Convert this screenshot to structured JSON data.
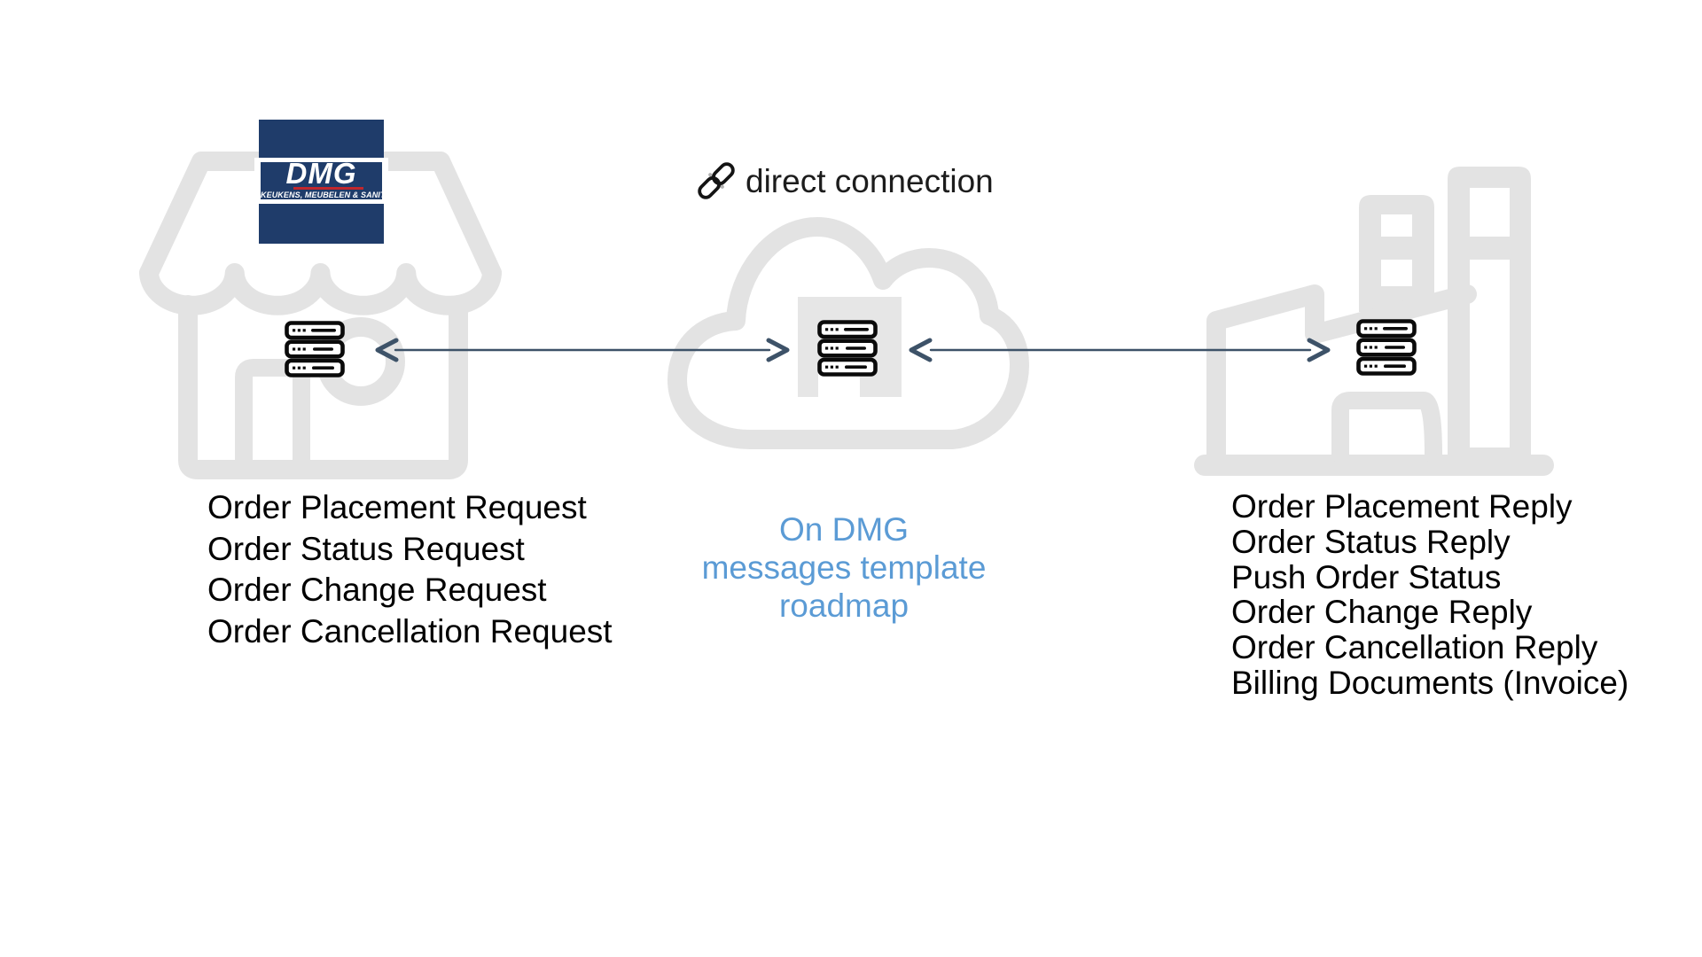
{
  "diagram": {
    "store": {
      "logo": {
        "name": "DMG",
        "tagline": "KEUKENS, MEUBELEN & SANITAIR"
      },
      "messages": [
        "Order Placement Request",
        "Order Status Request",
        "Order Change Request",
        "Order Cancellation Request"
      ]
    },
    "connection": {
      "label": "direct connection"
    },
    "cloud": {
      "note_lines": [
        "On DMG",
        "messages template",
        "roadmap"
      ]
    },
    "factory": {
      "messages": [
        "Order Placement Reply",
        "Order Status Reply",
        "Push Order Status",
        "Order Change Reply",
        "Order Cancellation Reply",
        "Billing Documents (Invoice)"
      ]
    },
    "icons": {
      "store": "storefront-icon",
      "cloud": "cloud-icon",
      "factory": "factory-icon",
      "servers": "server-rack-icon",
      "link": "link-icon"
    },
    "colors": {
      "logo_navy": "#1f3c6a",
      "logo_red": "#c0272d",
      "note_blue": "#5b9bd5",
      "icon_gray": "#e3e3e3",
      "arrow": "#3d5268",
      "text": "#000000"
    }
  }
}
